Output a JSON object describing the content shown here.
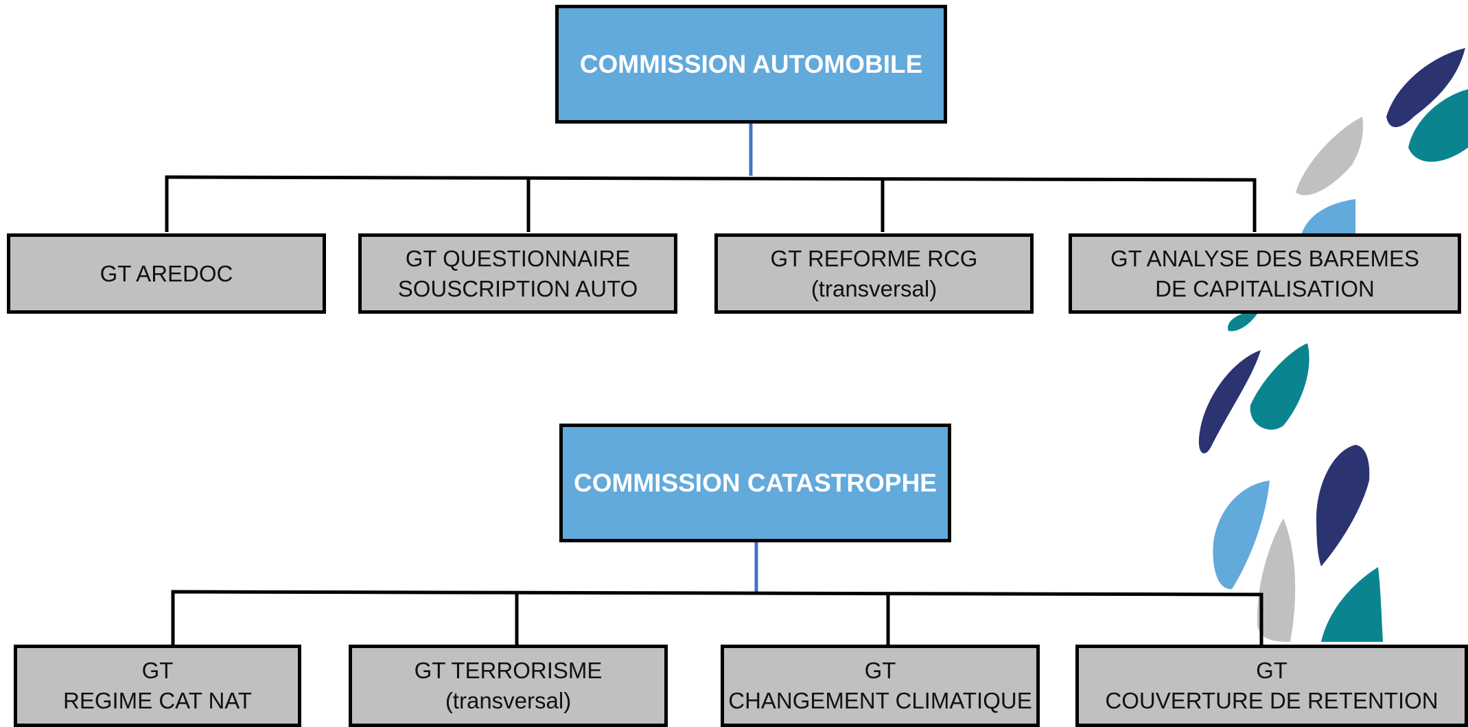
{
  "colors": {
    "commission_fill": "#62a9dc",
    "gt_fill": "#c0c0c0",
    "connector": "#000000",
    "stem": "#4472c4",
    "deco_navy": "#2b3470",
    "deco_teal": "#0a8590",
    "deco_lightblue": "#62a9dc",
    "deco_grey": "#c0c0c0"
  },
  "decoration": {
    "icon": "leaf-pattern"
  },
  "commissions": [
    {
      "title": "COMMISSION AUTOMOBILE",
      "groups": [
        {
          "lines": [
            "GT AREDOC"
          ]
        },
        {
          "lines": [
            "GT QUESTIONNAIRE",
            "SOUSCRIPTION AUTO"
          ]
        },
        {
          "lines": [
            "GT REFORME RCG",
            "(transversal)"
          ]
        },
        {
          "lines": [
            "GT ANALYSE DES BAREMES",
            "DE CAPITALISATION"
          ]
        }
      ]
    },
    {
      "title": "COMMISSION CATASTROPHE",
      "groups": [
        {
          "lines": [
            "GT",
            "REGIME CAT NAT"
          ]
        },
        {
          "lines": [
            "GT TERRORISME",
            "(transversal)"
          ]
        },
        {
          "lines": [
            "GT",
            "CHANGEMENT CLIMATIQUE"
          ]
        },
        {
          "lines": [
            "GT",
            "COUVERTURE DE RETENTION"
          ]
        }
      ]
    }
  ]
}
